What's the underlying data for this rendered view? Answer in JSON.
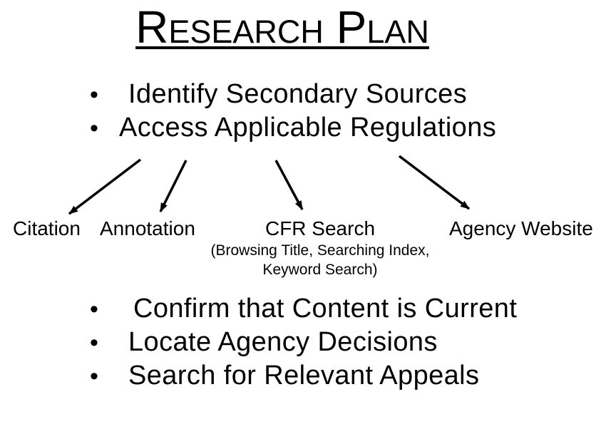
{
  "title": "Research Plan",
  "bullet_glyph": "•",
  "top_bullets": [
    "Identify Secondary Sources",
    "Access Applicable Regulations"
  ],
  "branches": {
    "citation": "Citation",
    "annotation": "Annotation",
    "cfr_search": "CFR Search",
    "cfr_search_sub_line1": "(Browsing Title, Searching Index,",
    "cfr_search_sub_line2": "Keyword Search)",
    "agency_website": "Agency Website"
  },
  "bottom_bullets": [
    "Confirm that Content is Current",
    "Locate Agency Decisions",
    "Search for Relevant Appeals"
  ],
  "colors": {
    "text": "#000000",
    "background": "#ffffff"
  }
}
